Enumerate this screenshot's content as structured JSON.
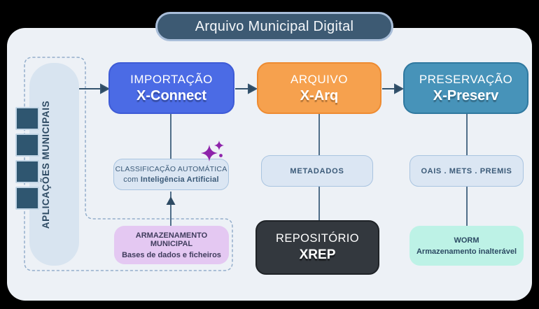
{
  "title": "Arquivo Municipal Digital",
  "source": {
    "label": "APLICAÇÕES MUNICIPAIS"
  },
  "pipeline": [
    {
      "stage": "IMPORTAÇÃO",
      "product": "X-Connect",
      "color": "#4b6be5"
    },
    {
      "stage": "ARQUIVO",
      "product": "X-Arq",
      "color": "#f6a14e"
    },
    {
      "stage": "PRESERVAÇÃO",
      "product": "X-Preserv",
      "color": "#4793b9"
    }
  ],
  "details": {
    "classification": {
      "line1": "CLASSIFICAÇÃO AUTOMÁTICA",
      "line2_prefix": "com ",
      "line2_bold": "Inteligência Artificial",
      "icon": "ai-sparkles-icon"
    },
    "metadata": {
      "label": "METADADOS"
    },
    "standards": {
      "label": "OAIS . METS . PREMIS"
    }
  },
  "storage": {
    "municipal": {
      "line1": "ARMAZENAMENTO MUNICIPAL",
      "line2": "Bases de dados e ficheiros",
      "color": "#e4c8f2"
    },
    "repository": {
      "line1": "REPOSITÓRIO",
      "line2": "XREP",
      "color": "#33383e"
    },
    "worm": {
      "line1": "WORM",
      "line2": "Armazenamento inalterável",
      "color": "#bdf2e6"
    }
  },
  "icons": {
    "apps": "app-squares-icon",
    "ai": "sparkles-icon"
  },
  "colors": {
    "connector": "#35546e",
    "dashed_boundary": "#93aecb",
    "sparkle": "#8e24aa",
    "panel": "#edf1f6",
    "title_pill": "#3d5a73"
  }
}
